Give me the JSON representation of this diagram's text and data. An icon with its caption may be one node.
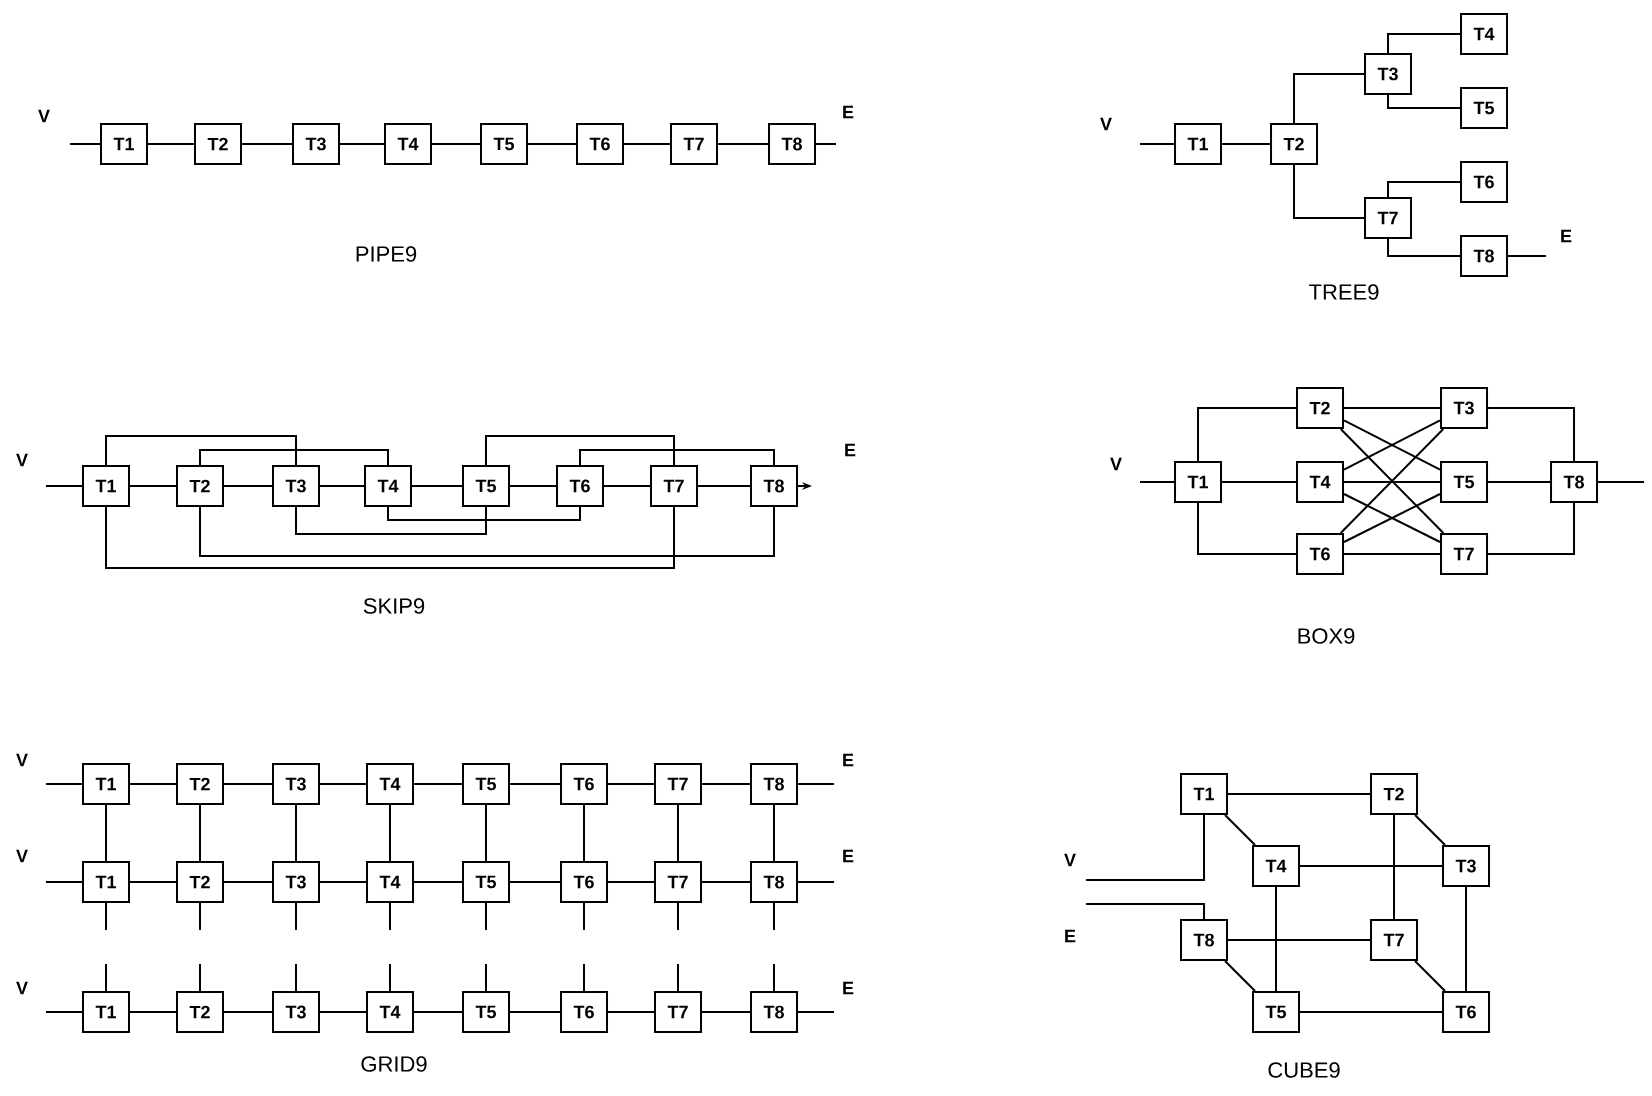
{
  "diagram": {
    "nodes": [
      {
        "text": [
          "T1"
        ]
      },
      {
        "text": [
          "T2"
        ]
      },
      {
        "text": [
          "T3"
        ]
      },
      {
        "text": [
          "T4"
        ]
      },
      {
        "text": [
          "T5"
        ]
      },
      {
        "text": [
          "T6"
        ]
      },
      {
        "text": [
          "T7"
        ]
      },
      {
        "text": [
          "T8"
        ]
      },
      {
        "text": [
          "T1"
        ]
      },
      {
        "text": [
          "T2"
        ]
      },
      {
        "text": [
          "T3"
        ]
      },
      {
        "text": [
          "T4"
        ]
      },
      {
        "text": [
          "T5"
        ]
      },
      {
        "text": [
          "T6"
        ]
      },
      {
        "text": [
          "T7"
        ]
      },
      {
        "text": [
          "T8"
        ]
      },
      {
        "text": [
          "T1"
        ]
      },
      {
        "text": [
          "T2"
        ]
      },
      {
        "text": [
          "T3"
        ]
      },
      {
        "text": [
          "T4"
        ]
      },
      {
        "text": [
          "T5"
        ]
      },
      {
        "text": [
          "T6"
        ]
      },
      {
        "text": [
          "T7"
        ]
      },
      {
        "text": [
          "T8"
        ]
      },
      {
        "text": [
          "T1"
        ]
      },
      {
        "text": [
          "T2"
        ]
      },
      {
        "text": [
          "T3"
        ]
      },
      {
        "text": [
          "T4"
        ]
      },
      {
        "text": [
          "T5"
        ]
      },
      {
        "text": [
          "T6"
        ]
      },
      {
        "text": [
          "T7"
        ]
      },
      {
        "text": [
          "T8"
        ]
      },
      {
        "text": [
          "T1"
        ]
      },
      {
        "text": [
          "T2"
        ]
      },
      {
        "text": [
          "T3"
        ]
      },
      {
        "text": [
          "T4"
        ]
      },
      {
        "text": [
          "T5"
        ]
      },
      {
        "text": [
          "T6"
        ]
      },
      {
        "text": [
          "T7"
        ]
      },
      {
        "text": [
          "T8"
        ]
      },
      {
        "text": [
          "T1"
        ]
      },
      {
        "text": [
          "T2"
        ]
      },
      {
        "text": [
          "T3"
        ]
      },
      {
        "text": [
          "T4"
        ]
      },
      {
        "text": [
          "T5"
        ]
      },
      {
        "text": [
          "T6"
        ]
      },
      {
        "text": [
          "T7"
        ]
      },
      {
        "text": [
          "T8"
        ]
      },
      {
        "text": [
          "T1"
        ]
      },
      {
        "text": [
          "T2"
        ]
      },
      {
        "text": [
          "T3"
        ]
      },
      {
        "text": [
          "T4"
        ]
      },
      {
        "text": [
          "T5"
        ]
      },
      {
        "text": [
          "T6"
        ]
      },
      {
        "text": [
          "T7"
        ]
      },
      {
        "text": [
          "T8"
        ]
      },
      {
        "text": [
          "T1"
        ]
      },
      {
        "text": [
          "T2"
        ]
      },
      {
        "text": [
          "T3"
        ]
      },
      {
        "text": [
          "T4"
        ]
      },
      {
        "text": [
          "T5"
        ]
      },
      {
        "text": [
          "T6"
        ]
      },
      {
        "text": [
          "T7"
        ]
      },
      {
        "text": [
          "T8"
        ]
      }
    ],
    "edges": [
      {
        "from": null,
        "to": 0,
        "arrow": "none"
      },
      {
        "from": 0,
        "to": 1,
        "arrow": "none"
      },
      {
        "from": 1,
        "to": 2,
        "arrow": "none"
      },
      {
        "from": 2,
        "to": 3,
        "arrow": "none"
      },
      {
        "from": 3,
        "to": 4,
        "arrow": "none"
      },
      {
        "from": 4,
        "to": 5,
        "arrow": "none"
      },
      {
        "from": 5,
        "to": 6,
        "arrow": "none"
      },
      {
        "from": 6,
        "to": 7,
        "arrow": "none"
      },
      {
        "from": 7,
        "to": null,
        "arrow": "none"
      },
      {
        "from": null,
        "to": 8,
        "arrow": "none"
      },
      {
        "from": 8,
        "to": 9,
        "arrow": "none"
      },
      {
        "from": 9,
        "to": 10,
        "arrow": "none"
      },
      {
        "from": 10,
        "to": 11,
        "arrow": "none"
      },
      {
        "from": 10,
        "to": 12,
        "arrow": "none"
      },
      {
        "from": 9,
        "to": 14,
        "arrow": "none"
      },
      {
        "from": 14,
        "to": 13,
        "arrow": "none"
      },
      {
        "from": 14,
        "to": 15,
        "arrow": "none"
      },
      {
        "from": 15,
        "to": null,
        "arrow": "none"
      },
      {
        "from": null,
        "to": 16,
        "arrow": "none"
      },
      {
        "from": 16,
        "to": 17,
        "arrow": "none"
      },
      {
        "from": 17,
        "to": 18,
        "arrow": "none"
      },
      {
        "from": 18,
        "to": 19,
        "arrow": "none"
      },
      {
        "from": 19,
        "to": 20,
        "arrow": "none"
      },
      {
        "from": 20,
        "to": 21,
        "arrow": "none"
      },
      {
        "from": 21,
        "to": 22,
        "arrow": "none"
      },
      {
        "from": 22,
        "to": 23,
        "arrow": "none"
      },
      {
        "from": 23,
        "to": null,
        "arrow": "to"
      },
      {
        "from": 16,
        "to": 18,
        "arrow": "none"
      },
      {
        "from": 17,
        "to": 19,
        "arrow": "none"
      },
      {
        "from": 20,
        "to": 22,
        "arrow": "none"
      },
      {
        "from": 21,
        "to": 23,
        "arrow": "none"
      },
      {
        "from": 18,
        "to": 20,
        "arrow": "none"
      },
      {
        "from": 19,
        "to": 21,
        "arrow": "none"
      },
      {
        "from": 17,
        "to": 23,
        "arrow": "none"
      },
      {
        "from": 16,
        "to": 22,
        "arrow": "none"
      },
      {
        "from": null,
        "to": 24,
        "arrow": "none"
      },
      {
        "from": 24,
        "to": 25,
        "arrow": "none"
      },
      {
        "from": 24,
        "to": 27,
        "arrow": "none"
      },
      {
        "from": 24,
        "to": 29,
        "arrow": "none"
      },
      {
        "from": 25,
        "to": 26,
        "arrow": "none"
      },
      {
        "from": 25,
        "to": 28,
        "arrow": "none"
      },
      {
        "from": 25,
        "to": 30,
        "arrow": "none"
      },
      {
        "from": 27,
        "to": 26,
        "arrow": "none"
      },
      {
        "from": 27,
        "to": 28,
        "arrow": "none"
      },
      {
        "from": 27,
        "to": 30,
        "arrow": "none"
      },
      {
        "from": 29,
        "to": 26,
        "arrow": "none"
      },
      {
        "from": 29,
        "to": 28,
        "arrow": "none"
      },
      {
        "from": 29,
        "to": 30,
        "arrow": "none"
      },
      {
        "from": 26,
        "to": 31,
        "arrow": "none"
      },
      {
        "from": 28,
        "to": 31,
        "arrow": "none"
      },
      {
        "from": 30,
        "to": 31,
        "arrow": "none"
      },
      {
        "from": 31,
        "to": null,
        "arrow": "none"
      },
      {
        "from": null,
        "to": 32,
        "arrow": "none"
      },
      {
        "from": 32,
        "to": 33,
        "arrow": "none"
      },
      {
        "from": 33,
        "to": 34,
        "arrow": "none"
      },
      {
        "from": 34,
        "to": 35,
        "arrow": "none"
      },
      {
        "from": 35,
        "to": 36,
        "arrow": "none"
      },
      {
        "from": 36,
        "to": 37,
        "arrow": "none"
      },
      {
        "from": 37,
        "to": 38,
        "arrow": "none"
      },
      {
        "from": 38,
        "to": 39,
        "arrow": "none"
      },
      {
        "from": 39,
        "to": null,
        "arrow": "none"
      },
      {
        "from": null,
        "to": 40,
        "arrow": "none"
      },
      {
        "from": 40,
        "to": 41,
        "arrow": "none"
      },
      {
        "from": 41,
        "to": 42,
        "arrow": "none"
      },
      {
        "from": 42,
        "to": 43,
        "arrow": "none"
      },
      {
        "from": 43,
        "to": 44,
        "arrow": "none"
      },
      {
        "from": 44,
        "to": 45,
        "arrow": "none"
      },
      {
        "from": 45,
        "to": 46,
        "arrow": "none"
      },
      {
        "from": 46,
        "to": 47,
        "arrow": "none"
      },
      {
        "from": 47,
        "to": null,
        "arrow": "none"
      },
      {
        "from": null,
        "to": 48,
        "arrow": "none"
      },
      {
        "from": 48,
        "to": 49,
        "arrow": "none"
      },
      {
        "from": 49,
        "to": 50,
        "arrow": "none"
      },
      {
        "from": 50,
        "to": 51,
        "arrow": "none"
      },
      {
        "from": 51,
        "to": 52,
        "arrow": "none"
      },
      {
        "from": 52,
        "to": 53,
        "arrow": "none"
      },
      {
        "from": 53,
        "to": 54,
        "arrow": "none"
      },
      {
        "from": 54,
        "to": 55,
        "arrow": "none"
      },
      {
        "from": 55,
        "to": null,
        "arrow": "none"
      },
      {
        "from": 32,
        "to": 40,
        "arrow": "none"
      },
      {
        "from": 33,
        "to": 41,
        "arrow": "none"
      },
      {
        "from": 34,
        "to": 42,
        "arrow": "none"
      },
      {
        "from": 35,
        "to": 43,
        "arrow": "none"
      },
      {
        "from": 36,
        "to": 44,
        "arrow": "none"
      },
      {
        "from": 37,
        "to": 45,
        "arrow": "none"
      },
      {
        "from": 38,
        "to": 46,
        "arrow": "none"
      },
      {
        "from": 39,
        "to": 47,
        "arrow": "none"
      },
      {
        "from": 40,
        "to": null,
        "arrow": "none"
      },
      {
        "from": 41,
        "to": null,
        "arrow": "none"
      },
      {
        "from": 42,
        "to": null,
        "arrow": "none"
      },
      {
        "from": 43,
        "to": null,
        "arrow": "none"
      },
      {
        "from": 44,
        "to": null,
        "arrow": "none"
      },
      {
        "from": 45,
        "to": null,
        "arrow": "none"
      },
      {
        "from": 46,
        "to": null,
        "arrow": "none"
      },
      {
        "from": 47,
        "to": null,
        "arrow": "none"
      },
      {
        "from": null,
        "to": 48,
        "arrow": "none"
      },
      {
        "from": null,
        "to": 49,
        "arrow": "none"
      },
      {
        "from": null,
        "to": 50,
        "arrow": "none"
      },
      {
        "from": null,
        "to": 51,
        "arrow": "none"
      },
      {
        "from": null,
        "to": 52,
        "arrow": "none"
      },
      {
        "from": null,
        "to": 53,
        "arrow": "none"
      },
      {
        "from": null,
        "to": 54,
        "arrow": "none"
      },
      {
        "from": null,
        "to": 55,
        "arrow": "none"
      },
      {
        "from": null,
        "to": 56,
        "arrow": "none"
      },
      {
        "from": 63,
        "to": null,
        "arrow": "none"
      },
      {
        "from": 56,
        "to": 57,
        "arrow": "none"
      },
      {
        "from": 56,
        "to": 59,
        "arrow": "none"
      },
      {
        "from": 57,
        "to": 58,
        "arrow": "none"
      },
      {
        "from": 57,
        "to": 62,
        "arrow": "none"
      },
      {
        "from": 59,
        "to": 58,
        "arrow": "none"
      },
      {
        "from": 59,
        "to": 60,
        "arrow": "none"
      },
      {
        "from": 58,
        "to": 61,
        "arrow": "none"
      },
      {
        "from": 63,
        "to": 62,
        "arrow": "none"
      },
      {
        "from": 63,
        "to": 60,
        "arrow": "none"
      },
      {
        "from": 62,
        "to": 61,
        "arrow": "none"
      },
      {
        "from": 60,
        "to": 61,
        "arrow": "none"
      }
    ],
    "labels": [
      "V",
      "E",
      "PIPE9",
      "V",
      "E",
      "TREE9",
      "V",
      "E",
      "SKIP9",
      "V",
      "BOX9",
      "V",
      "E",
      "V",
      "E",
      "V",
      "E",
      "GRID9",
      "V",
      "E",
      "CUBE9"
    ]
  }
}
